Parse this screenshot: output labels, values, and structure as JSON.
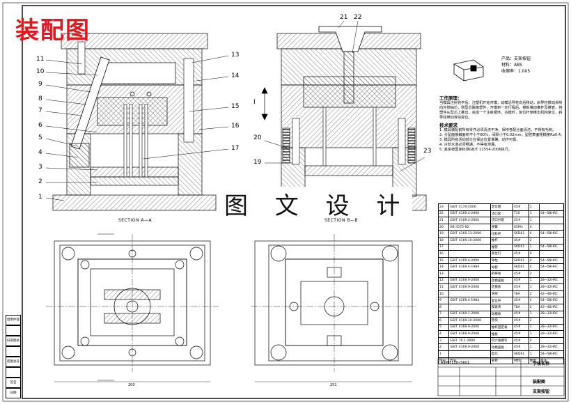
{
  "title": "装配图",
  "watermark": "图 文 设 计",
  "section_labels": {
    "aa": "SECTION A—A",
    "bb": "SECTION B—B"
  },
  "left_callouts": [
    "11",
    "10",
    "9",
    "8",
    "7",
    "6",
    "5",
    "4",
    "3",
    "2",
    "1"
  ],
  "right_callouts": [
    "13",
    "14",
    "15",
    "16",
    "17"
  ],
  "top_callouts": [
    "21",
    "22"
  ],
  "mid_callouts": [
    "20",
    "19",
    "23"
  ],
  "direction_label": "I",
  "product": {
    "name_label": "产品：",
    "name": "支架按钮",
    "material_label": "材料：",
    "material": "ABS",
    "shrink_label": "收缩率：",
    "shrink": "1.005"
  },
  "work_principle": {
    "heading": "工作原理：",
    "text": "当模具注射完毕后，注塑机开始开模，动模沿导柱向后移动，斜导柱拨动滑块向外侧抽芯，侧型芯脱离塑件，开模到一定行程后，推板推动推杆及推管，将塑件从型芯上推出，完成一个注射循环。合模时，复位杆使推出机构复位，斜导柱带动滑块复位。"
  },
  "tech_req": {
    "heading": "技术要求",
    "items": [
      "1. 模具装配前所有零件必须清洗干净，保持各配合面清洁，不得有毛刺。",
      "2. 分型面接触面积不小于80%，间隙小于0.02mm，型腔表面粗糙度Ra0.4。",
      "3. 模具所有活动部分应保证位置准确，动作可靠。",
      "4. 冷却水道必须畅通，不得有泄漏。",
      "5. 其余按国家标准GB/T 12554-2006执行。"
    ]
  },
  "bom": [
    [
      "23",
      "GB/T 4170-2006",
      "定位圈",
      "45#",
      "1",
      ""
    ],
    [
      "22",
      "GB/T 4169.4-2000",
      "浇口套",
      "T10",
      "1",
      "54~58HRC"
    ],
    [
      "21",
      "GB/T 4169.4-2000",
      "浇口衬套",
      "45#",
      "1",
      ""
    ],
    [
      "20",
      "HB 4575-92",
      "弹簧",
      "65Mn",
      "4",
      ""
    ],
    [
      "19",
      "GB/T 4169.13-2006",
      "拉料杆",
      "SKD61",
      "4",
      "54~58HRC"
    ],
    [
      "18",
      "GB/T 4169.10-2006",
      "推杆",
      "45#",
      "2",
      ""
    ],
    [
      "17",
      "",
      "推管",
      "SKD61",
      "1",
      "54~58HRC"
    ],
    [
      "16",
      "",
      "限位钉",
      "45#",
      "4",
      ""
    ],
    [
      "15",
      "GB/T 4169.4-2006",
      "导柱",
      "SKD61",
      "4",
      "54~58HRC"
    ],
    [
      "14",
      "GB/T 4169.4-1984",
      "导套",
      "SKD61",
      "4",
      "54~58HRC"
    ],
    [
      "13",
      "",
      "斜导柱",
      "45#",
      "2",
      ""
    ],
    [
      "12",
      "GB/T 4169.9-2006",
      "定模座板",
      "45#",
      "1",
      "28~32HRC"
    ],
    [
      "11",
      "GB/T 4169.9-2006",
      "定模板",
      "45#",
      "1",
      "28~32HRC"
    ],
    [
      "10",
      "",
      "滑块",
      "T8A",
      "2",
      "42~46HRC"
    ],
    [
      "9",
      "GB/T 4169.4-1984",
      "复位杆",
      "45#",
      "4",
      "54~58HRC"
    ],
    [
      "8",
      "",
      "楔紧块",
      "T8A",
      "2",
      "42~46HRC"
    ],
    [
      "7",
      "GB/T 4169.1-2006",
      "动模板",
      "45#",
      "1",
      "28~32HRC"
    ],
    [
      "6",
      "GB/T 4169.10-2006",
      "垫块",
      "45#",
      "2",
      ""
    ],
    [
      "5",
      "GB/T 4169.9-2006",
      "推杆固定板",
      "45#",
      "1",
      "28~32HRC"
    ],
    [
      "4",
      "GB/T 4169.9-2006",
      "推板",
      "45#",
      "1",
      "28~32HRC"
    ],
    [
      "3",
      "GB/T 70.1-2000",
      "内六角螺钉",
      "45#",
      "4",
      ""
    ],
    [
      "2",
      "GB/T 4169.9-2006",
      "动模座板",
      "45#",
      "1",
      "28~32HRC"
    ],
    [
      "1",
      "",
      "型芯",
      "SKD61",
      "1",
      "54~58HRC"
    ]
  ],
  "bom_header": [
    "序号",
    "代号",
    "名称",
    "材料",
    "数量",
    "备注"
  ],
  "title_block": {
    "drawing_no": "ASM-T150-JSK01",
    "school": "学校名称",
    "name": "装配图",
    "part": "支架按钮"
  },
  "sidebar_cells": [
    "借用件登记",
    "",
    "旧底图总号",
    "",
    "底图总号",
    "",
    "签名",
    "日期"
  ],
  "dims": {
    "plan_a_width": "200",
    "plan_b_width": "251"
  }
}
